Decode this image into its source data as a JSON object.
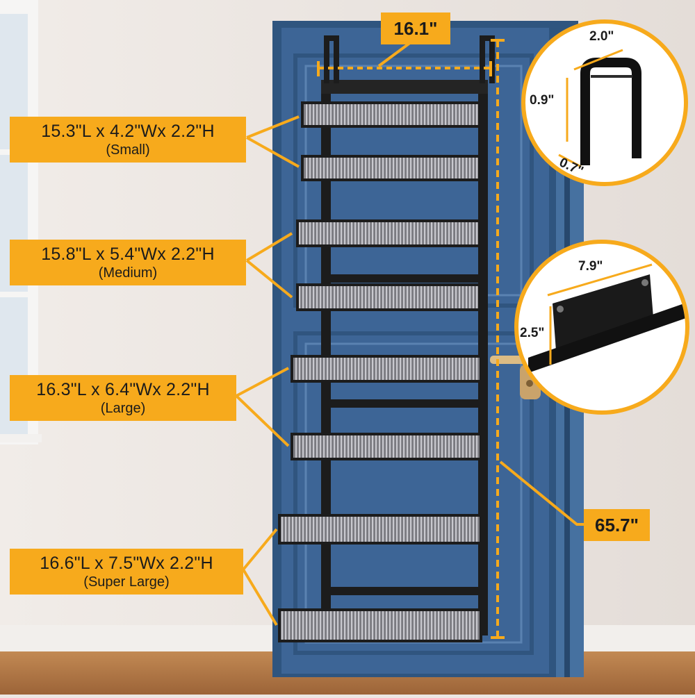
{
  "top_width": "16.1\"",
  "height_label": "65.7\"",
  "baskets": [
    {
      "dims": "15.3\"L x 4.2\"Wx 2.2\"H",
      "size": "(Small)"
    },
    {
      "dims": "15.8\"L x 5.4\"Wx 2.2\"H",
      "size": "(Medium)"
    },
    {
      "dims": "16.3\"L x 6.4\"Wx 2.2\"H",
      "size": "(Large)"
    },
    {
      "dims": "16.6\"L x 7.5\"Wx 2.2\"H",
      "size": "(Super Large)"
    }
  ],
  "hook_detail": {
    "width": "2.0\"",
    "height": "0.9\"",
    "depth": "0.7\""
  },
  "bracket_detail": {
    "length": "7.9\"",
    "height": "2.5\""
  },
  "colors": {
    "accent": "#f7aa1c",
    "door": "#3d6596",
    "frame": "#1c1c1c",
    "wall": "#ece7e3",
    "floor": "#b07849"
  }
}
